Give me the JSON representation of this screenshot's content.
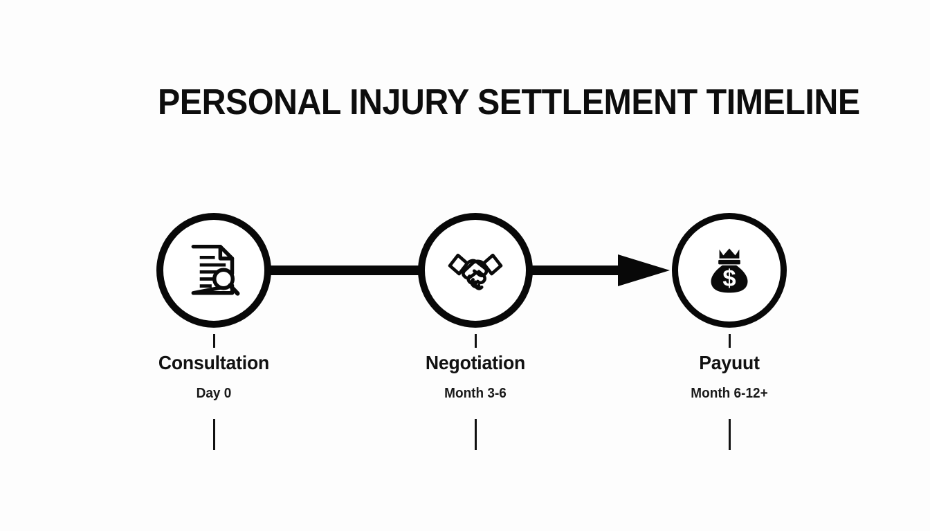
{
  "title": "PERSONAL INJURY SETTLEMENT TIMELINE",
  "theme": {
    "background": "#fdfdfd",
    "ink": "#080808",
    "node_fill": "#ffffff"
  },
  "timeline": {
    "orientation": "horizontal",
    "steps": [
      {
        "id": "consultation",
        "label": "Consultation",
        "sublabel": "Day 0",
        "icon": "document-search-icon"
      },
      {
        "id": "negotiation",
        "label": "Negotiation",
        "sublabel": "Month 3-6",
        "icon": "handshake-icon"
      },
      {
        "id": "payout",
        "label": "Payuut",
        "sublabel": "Month 6-12+",
        "icon": "money-bag-icon"
      }
    ],
    "connectors": [
      {
        "from": "consultation",
        "to": "negotiation",
        "arrowhead": false
      },
      {
        "from": "negotiation",
        "to": "payout",
        "arrowhead": true
      }
    ]
  }
}
